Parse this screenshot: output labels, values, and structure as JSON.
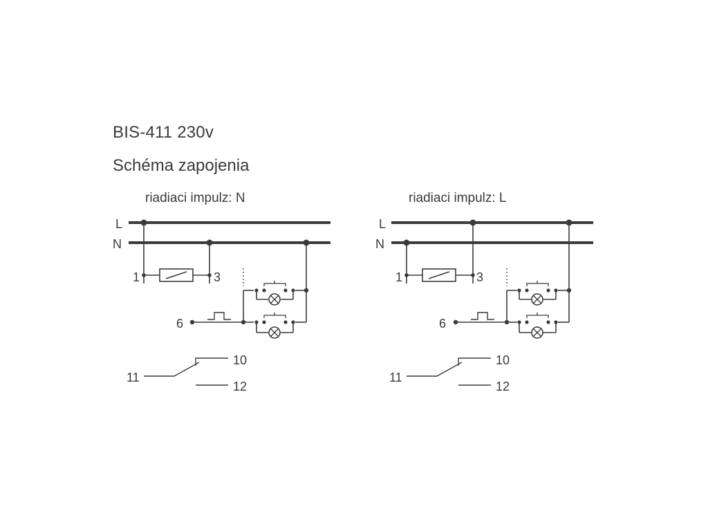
{
  "header": {
    "title": "BIS-411 230v",
    "subtitle": "Schéma zapojenia"
  },
  "panels": [
    {
      "caption": "riadiaci impulz: N",
      "labels": {
        "line_l": "L",
        "line_n": "N",
        "term_1": "1",
        "term_3": "3",
        "term_6": "6",
        "term_10": "10",
        "term_11": "11",
        "term_12": "12"
      }
    },
    {
      "caption": "riadiaci impulz: L",
      "labels": {
        "line_l": "L",
        "line_n": "N",
        "term_1": "1",
        "term_3": "3",
        "term_6": "6",
        "term_10": "10",
        "term_11": "11",
        "term_12": "12"
      }
    }
  ],
  "colors": {
    "wire": "#3a3a3a",
    "text": "#3a3a3a",
    "background": "#ffffff"
  }
}
